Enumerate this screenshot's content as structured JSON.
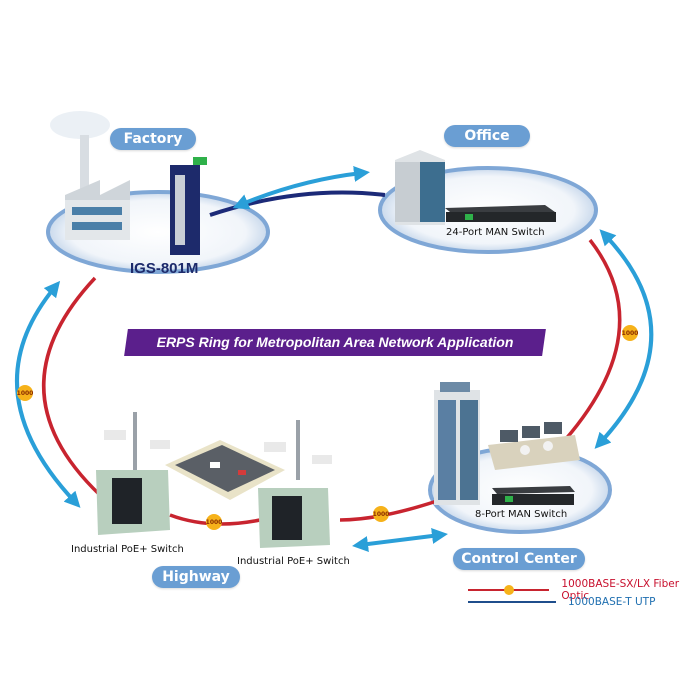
{
  "title": "ERPS Ring for Metropolitan Area Network Application",
  "sites": {
    "factory": {
      "label": "Factory",
      "device": "IGS-801M"
    },
    "office": {
      "label": "Office",
      "device": "24-Port MAN Switch"
    },
    "control_center": {
      "label": "Control Center",
      "device": "8-Port MAN Switch"
    },
    "highway": {
      "label": "Highway",
      "devices": [
        "Industrial PoE+ Switch",
        "Industrial PoE+ Switch"
      ]
    }
  },
  "links": [
    {
      "from": "Factory",
      "to": "Office",
      "type": "1000BASE-T UTP",
      "badge": ""
    },
    {
      "from": "Office",
      "to": "Control Center",
      "type": "1000BASE-SX/LX Fiber Optic",
      "badge": "1000"
    },
    {
      "from": "Control Center",
      "to": "Highway",
      "type": "1000BASE-SX/LX Fiber Optic",
      "badge": "1000"
    },
    {
      "from": "Highway",
      "to": "Highway",
      "type": "1000BASE-SX/LX Fiber Optic",
      "badge": "1000"
    },
    {
      "from": "Highway",
      "to": "Factory",
      "type": "1000BASE-SX/LX Fiber Optic",
      "badge": "1000"
    }
  ],
  "legend": [
    {
      "label": "1000BASE-SX/LX Fiber Optic",
      "color": "#c8102e"
    },
    {
      "label": "1000BASE-T UTP",
      "color": "#1f4e8c"
    }
  ],
  "colors": {
    "fiber": "#c8242f",
    "utp": "#1c2a78",
    "arrow": "#2a9fd8",
    "pill": "#6a9ed3",
    "banner": "#5b1f8c",
    "badge": "#f6b21a"
  },
  "badges": [
    "1000",
    "1000",
    "1000",
    "1000"
  ]
}
